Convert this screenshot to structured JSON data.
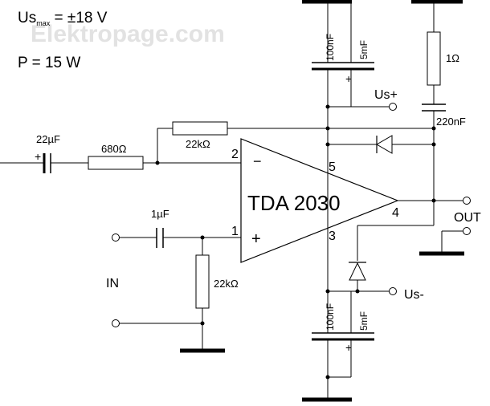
{
  "watermark": "Elektropage.com",
  "specs": {
    "us_prefix": "Us",
    "us_sub": "max",
    "us_value": " = ±18 V",
    "power": "P = 15 W"
  },
  "ic": {
    "name": "TDA 2030",
    "pin_inv": "2",
    "pin_noninv": "1",
    "pin_vplus": "5",
    "pin_vminus": "3",
    "pin_out": "4",
    "sign_inv": "−",
    "sign_noninv": "+"
  },
  "components": {
    "c_in_top": "22µF",
    "r_in_top": "680Ω",
    "r_feedback": "22kΩ",
    "c_in": "1µF",
    "r_bias": "22kΩ",
    "c_top_ceramic": "100nF",
    "c_top_elec": "5mF",
    "c_bot_ceramic": "100nF",
    "c_bot_elec": "5mF",
    "r_zobel": "1Ω",
    "c_zobel": "220nF",
    "elec_plus": "+"
  },
  "terminals": {
    "us_plus": "Us+",
    "us_minus": "Us-",
    "out": "OUT",
    "in": "IN"
  }
}
